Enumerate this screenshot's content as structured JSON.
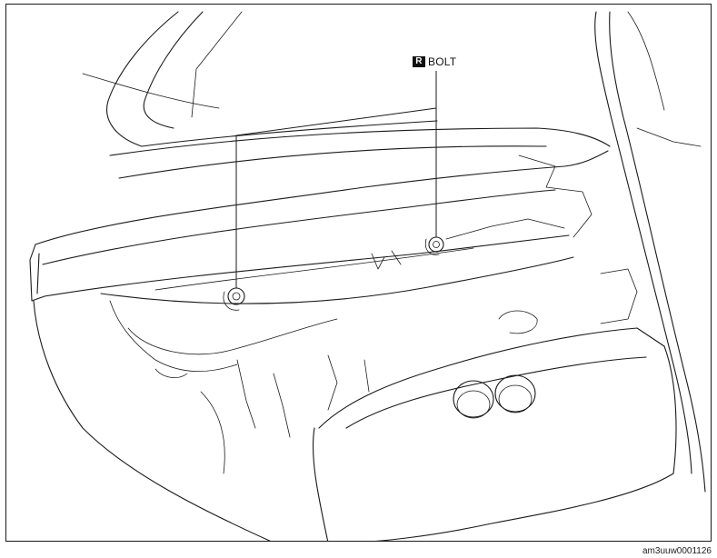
{
  "callout": {
    "badge": "R",
    "label": "BOLT"
  },
  "image_code": "am3uuw0001126",
  "colors": {
    "line": "#1a1a1a",
    "background": "#ffffff",
    "badge_bg": "#111111"
  }
}
